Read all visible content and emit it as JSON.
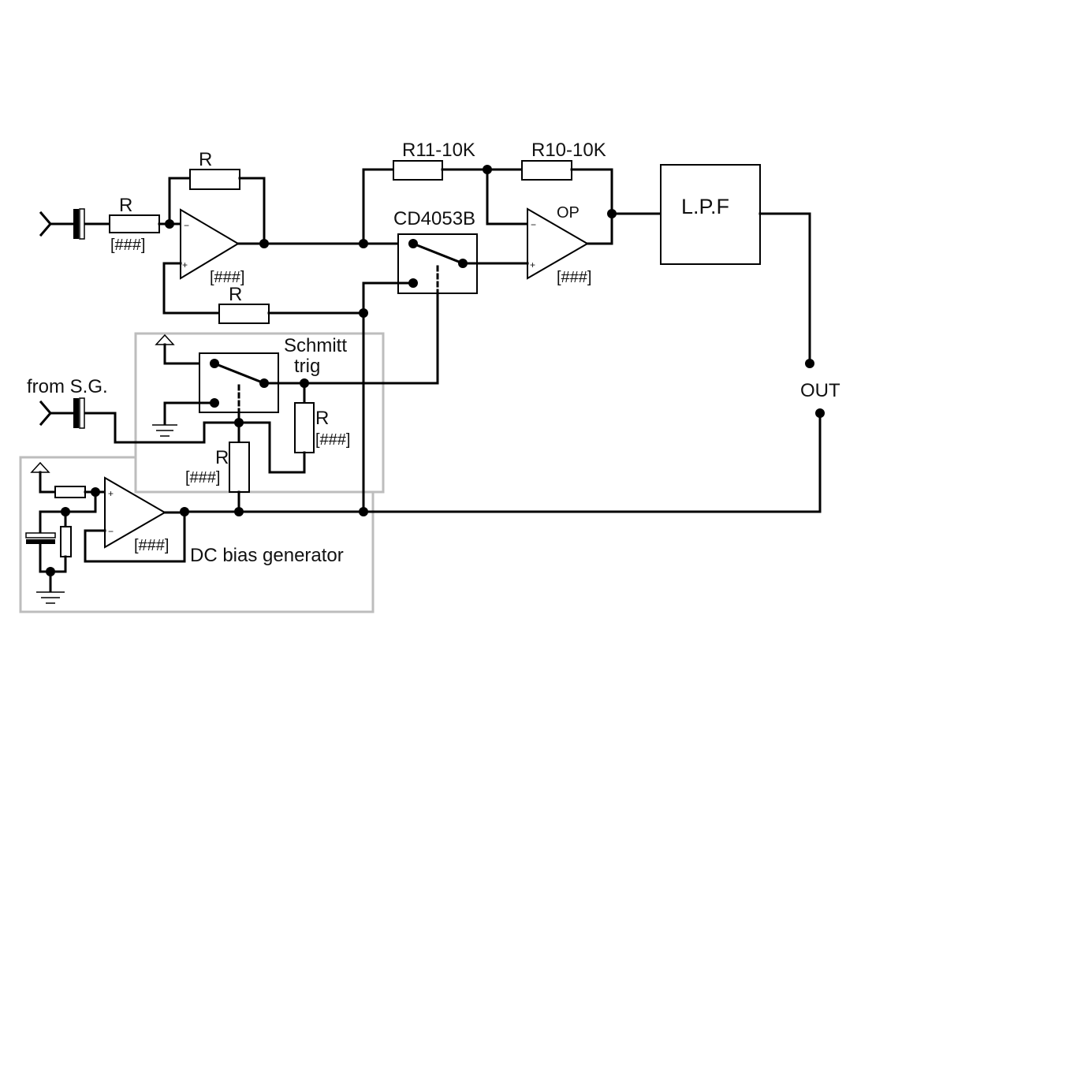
{
  "labels": {
    "r_feedback": "R",
    "r_input": "R",
    "r_input_value": "[###]",
    "amp1_value": "[###]",
    "r_bottom": "R",
    "r11": "R11-10K",
    "r10": "R10-10K",
    "switch_ic": "CD4053B",
    "op_label": "OP",
    "op_plus": "+",
    "op_minus": "−",
    "op_value": "[###]",
    "lpf": "L.P.F",
    "out": "OUT",
    "schmitt_line1": "Schmitt",
    "schmitt_line2": "trig",
    "from_sg": "from S.G.",
    "r_schmitt_right": "R",
    "r_schmitt_right_value": "[###]",
    "r_schmitt_mid": "R",
    "r_schmitt_mid_value": "[###]",
    "dc_op_value": "[###]",
    "dc_bias": "DC bias generator"
  },
  "colors": {
    "wire": "#000000",
    "group_box": "#bdbdbd",
    "background": "#ffffff"
  }
}
